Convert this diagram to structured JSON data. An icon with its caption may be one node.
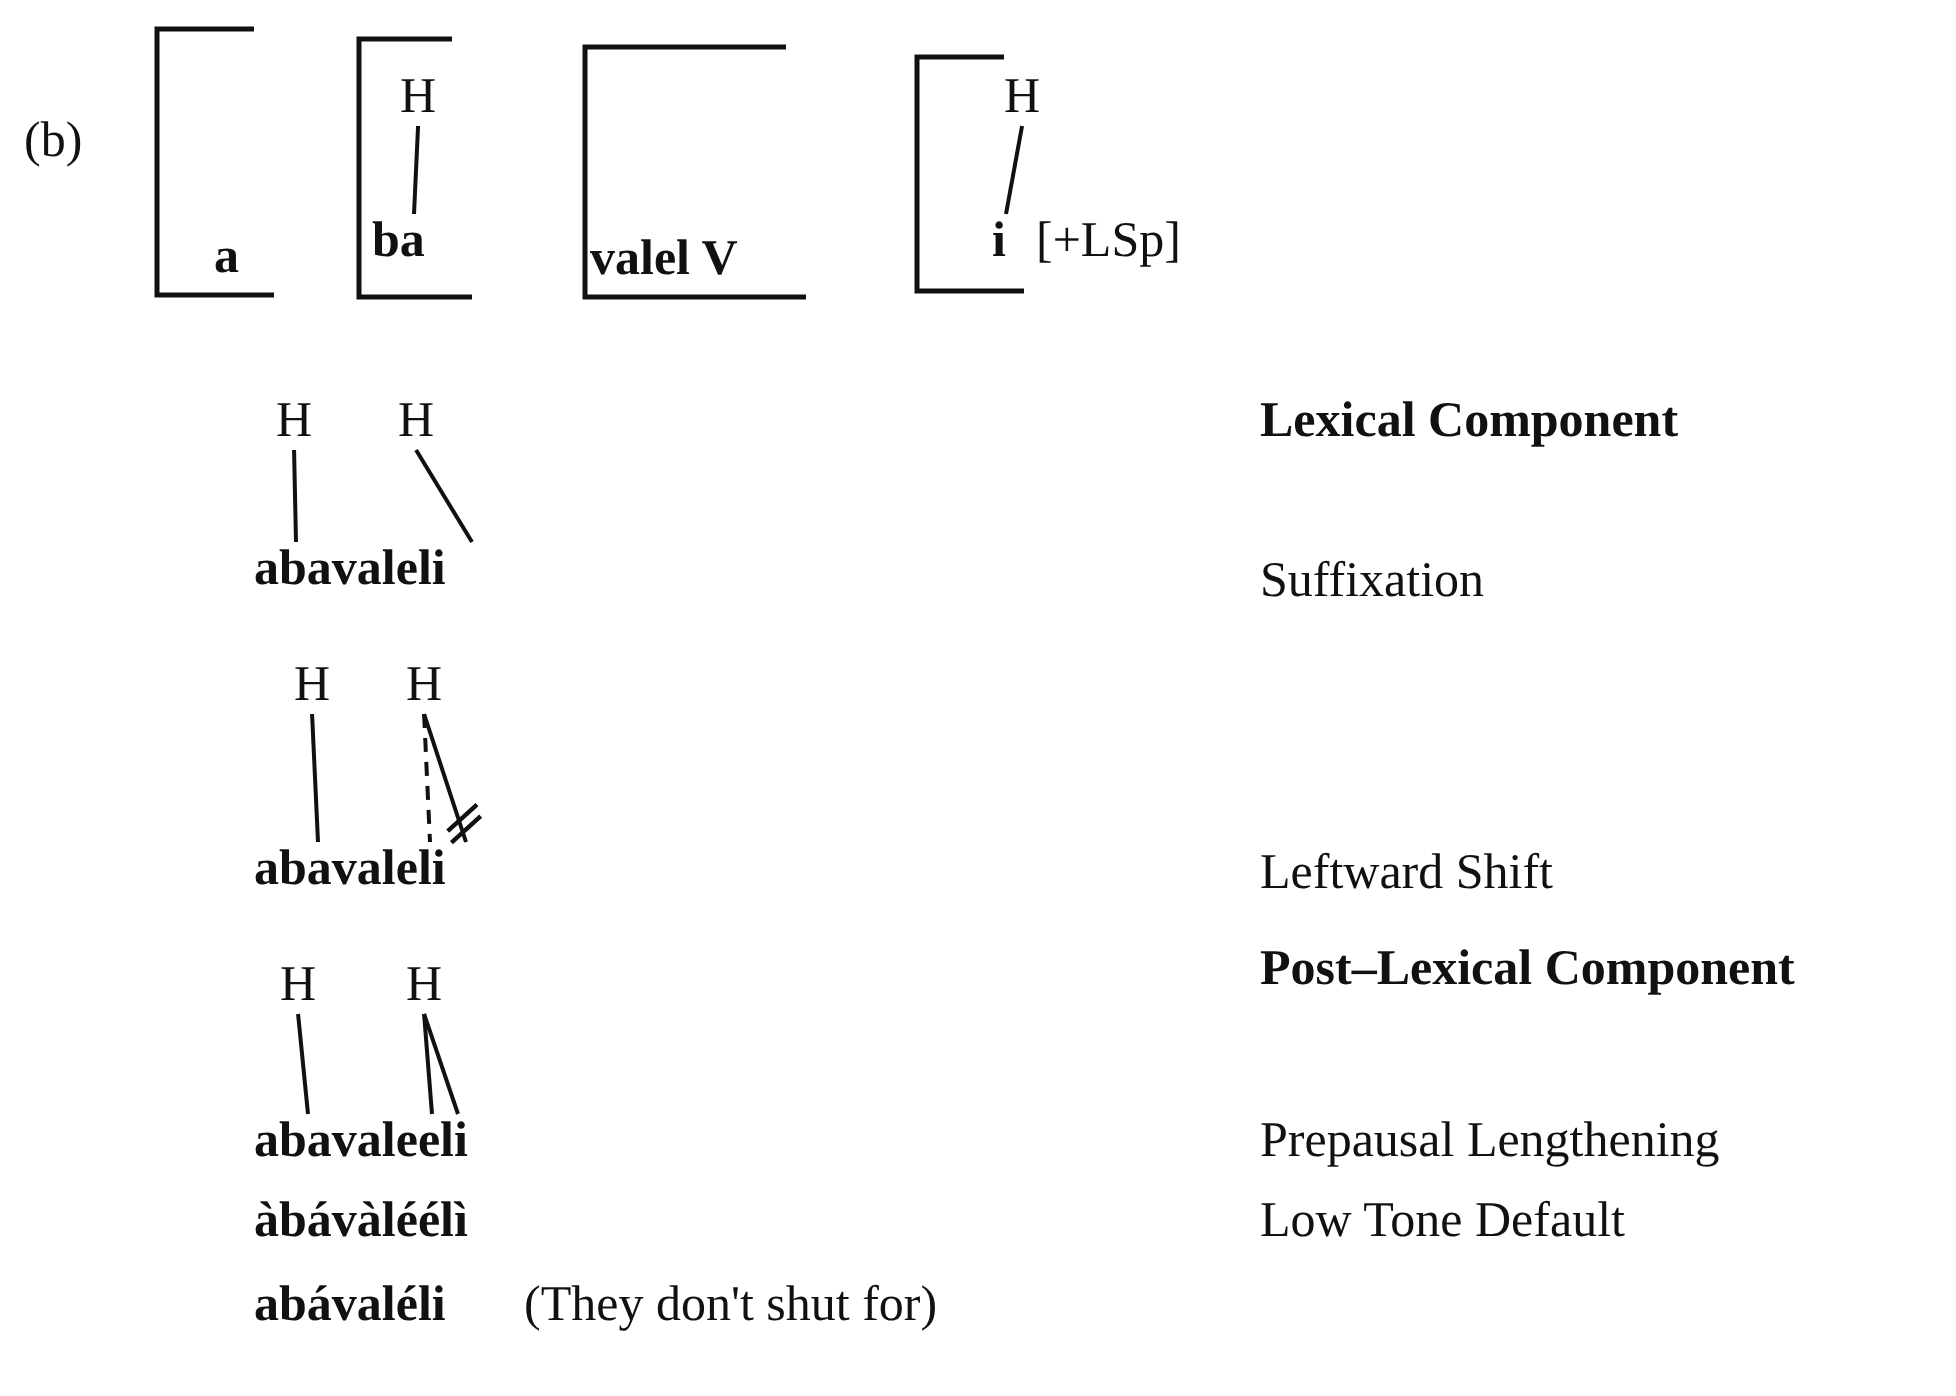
{
  "diagram": {
    "nodes": [
      {
        "text": [
          "a"
        ]
      },
      {
        "text": [],
        "shape": "bracket"
      },
      {
        "text": [
          "H"
        ],
        "in": 1
      },
      {
        "text": [
          "ba"
        ],
        "in": 1
      },
      {
        "text": [
          "valel V"
        ]
      },
      {
        "text": [],
        "shape": "bracket",
        "beside": [
          "[+LSp]"
        ]
      },
      {
        "text": [
          "H"
        ],
        "in": 5
      },
      {
        "text": [
          "i"
        ],
        "in": 5
      },
      {
        "text": [
          "H"
        ]
      },
      {
        "text": [
          "H"
        ]
      },
      {
        "text": [
          "abavaleli"
        ]
      },
      {
        "text": [
          "H"
        ]
      },
      {
        "text": [
          "H"
        ]
      },
      {
        "text": [
          "abavaleli"
        ]
      },
      {
        "text": [
          "H"
        ]
      },
      {
        "text": [
          "H"
        ]
      },
      {
        "text": [
          "abavaleeli"
        ]
      }
    ],
    "edges": [
      {
        "from": 2,
        "to": 3,
        "arrow": "none"
      },
      {
        "from": 6,
        "to": 7,
        "arrow": "none"
      },
      {
        "from": 8,
        "to": 10,
        "arrow": "none"
      },
      {
        "from": 9,
        "to": 10,
        "arrow": "none"
      },
      {
        "from": 11,
        "to": 13,
        "arrow": "none"
      },
      {
        "from": 12,
        "to": 13,
        "arrow": "none",
        "style": "dashed"
      },
      {
        "from": 12,
        "to": 13,
        "arrow": "other"
      },
      {
        "from": 14,
        "to": 16,
        "arrow": "none"
      },
      {
        "from": 15,
        "to": 16,
        "arrow": "none"
      },
      {
        "from": 15,
        "to": 16,
        "arrow": "none"
      }
    ],
    "labels": [
      "(b)",
      "Lexical Component",
      "Suffixation",
      "Leftward Shift",
      "Post–Lexical Component",
      "Prepausal Lengthening",
      "àbávàléélì",
      "Low Tone Default",
      "abávaléli",
      "(They don't shut for)"
    ]
  }
}
